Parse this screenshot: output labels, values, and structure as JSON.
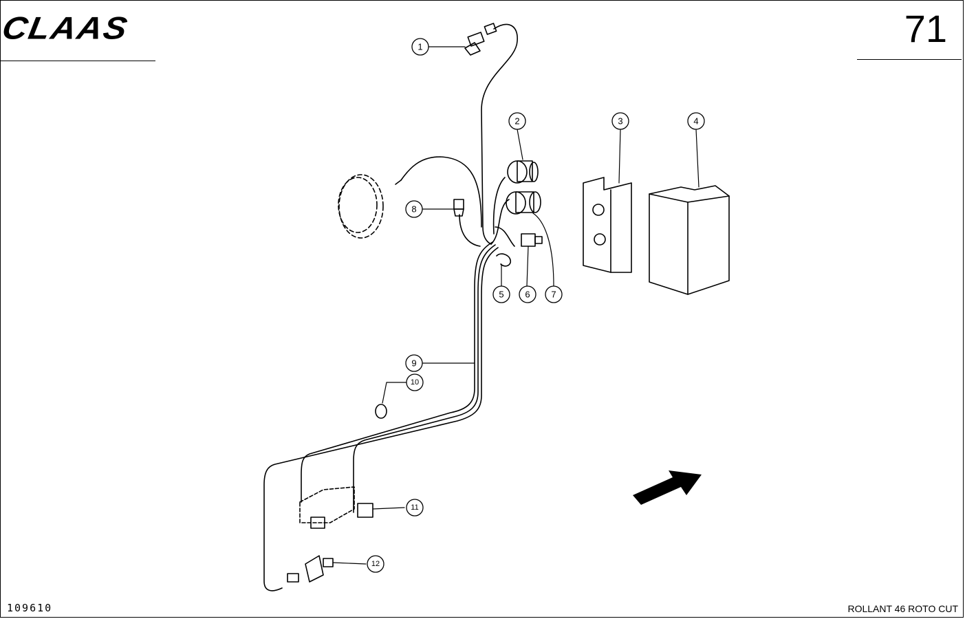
{
  "header": {
    "brand": "CLAAS",
    "page_number": "71"
  },
  "footer": {
    "drawing_number": "109610",
    "model": "ROLLANT 46 ROTO CUT"
  },
  "callouts": [
    "1",
    "2",
    "3",
    "4",
    "5",
    "6",
    "7",
    "8",
    "9",
    "10",
    "11",
    "12"
  ]
}
